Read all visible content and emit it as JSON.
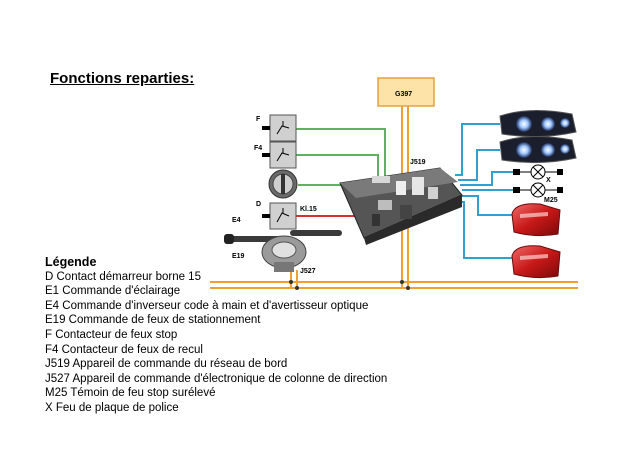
{
  "title": "Fonctions reparties:",
  "labels": {
    "g397": "G397",
    "j519": "J519",
    "f": "F",
    "f4": "F4",
    "d": "D",
    "kl15": "Kl.15",
    "e4": "E4",
    "e19": "E19",
    "j527": "J527",
    "x": "X",
    "m25": "M25"
  },
  "legend": {
    "title": "Légende",
    "items": [
      "D Contact démarreur borne 15",
      "E1 Commande d'éclairage",
      "E4 Commande d'inverseur code à main et d'avertisseur optique",
      "E19 Commande de feux de stationnement",
      "F Contacteur de feux stop",
      "F4 Contacteur de feux de recul",
      "J519 Appareil de commande du réseau de bord",
      "J527 Appareil de commande d'électronique de colonne de direction",
      "M25 Témoin de feu stop surélevé",
      "X Feu de plaque de police"
    ]
  },
  "colors": {
    "orange_bus": "#f0a030",
    "g397_fill": "#fde3a8",
    "green_wire": "#5fb060",
    "red_wire": "#d83030",
    "blue_wire": "#30a0d0"
  }
}
